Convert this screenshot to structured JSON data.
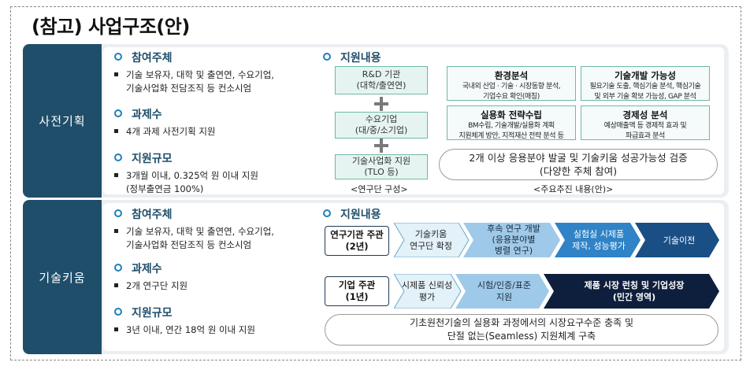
{
  "title": "(참고) 사업구조(안)",
  "colors": {
    "tab": "#1f4e6a",
    "accent": "#1e7fb8",
    "mint": "#e5f4f0",
    "mint_border": "#6fb8a8"
  },
  "prep": {
    "tab": "사전기획",
    "participants": {
      "heading": "참여주체",
      "line1": "기술 보유자, 대학 및 출연연, 수요기업,",
      "line2": "기술사업화 전담조직 등 컨소시엄"
    },
    "tasks": {
      "heading": "과제수",
      "line1": "4개 과제 사전기획 지원"
    },
    "scale": {
      "heading": "지원규모",
      "line1": "3개월 이내, 0.325억 원 이내 지원",
      "line2": "(정부출연금 100%)"
    },
    "support": {
      "heading": "지원내용",
      "team": [
        {
          "l1": "R&D 기관",
          "l2": "(대학/출연연)"
        },
        {
          "l1": "수요기업",
          "l2": "(대/중/소기업)"
        },
        {
          "l1": "기술사업화 지원",
          "l2": "(TLO 등)"
        }
      ],
      "team_caption": "<연구단 구성>",
      "cards": [
        {
          "title": "환경분석",
          "d1": "국내외 산업 · 기술 · 시장동향 분석,",
          "d2": "기업수요 확인(매칭)"
        },
        {
          "title": "기술개발 가능성",
          "d1": "필요기술 도출, 핵심기술 분석, 핵심기술",
          "d2": "및 외부 기술 확보 가능성, GAP 분석"
        },
        {
          "title": "실용화 전략수립",
          "d1": "BM수립, 기술개발/실용화 계획",
          "d2": "지원체계 방안, 지적재산 전략 분석 등"
        },
        {
          "title": "경제성 분석",
          "d1": "예상매출액 등 경제적 효과 및",
          "d2": "파급효과 분석"
        }
      ],
      "goal1": "2개 이상 응용분야 발굴 및 기술키움 성공가능성 검증",
      "goal2": "(다양한 주체 참여)",
      "content_caption": "<주요추진 내용(안)>"
    }
  },
  "grow": {
    "tab": "기술키움",
    "participants": {
      "heading": "참여주체",
      "line1": "기술 보유자, 대학 및 출연연, 수요기업,",
      "line2": "기술사업화 전담조직 등 컨소시엄"
    },
    "tasks": {
      "heading": "과제수",
      "line1": "2개 연구단 지원"
    },
    "scale": {
      "heading": "지원규모",
      "line1": "3년 이내, 연간 18억 원 이내 지원"
    },
    "support": {
      "heading": "지원내용",
      "flow1": {
        "label1": "연구기관 주관",
        "label2": "(2년)",
        "steps": [
          {
            "l1": "기술키움",
            "l2": "연구단 확정"
          },
          {
            "l1": "후속 연구 개발",
            "l2": "(응용분야별",
            "l3": "병렬 연구)"
          },
          {
            "l1": "실험실 시제품",
            "l2": "제작, 성능평가"
          },
          {
            "l1": "기술이전"
          }
        ]
      },
      "flow2": {
        "label1": "기업 주관",
        "label2": "(1년)",
        "steps": [
          {
            "l1": "시제품 신뢰성",
            "l2": "평가"
          },
          {
            "l1": "시험/인증/표준",
            "l2": "지원"
          },
          {
            "l1": "제품 시장 런칭 및 기업성장",
            "l2": "(민간 영역)"
          }
        ]
      },
      "goal1": "기초원천기술의 실용화 과정에서의 시장요구수준 충족 및",
      "goal2": "단절 없는(Seamless) 지원체계 구축"
    }
  }
}
